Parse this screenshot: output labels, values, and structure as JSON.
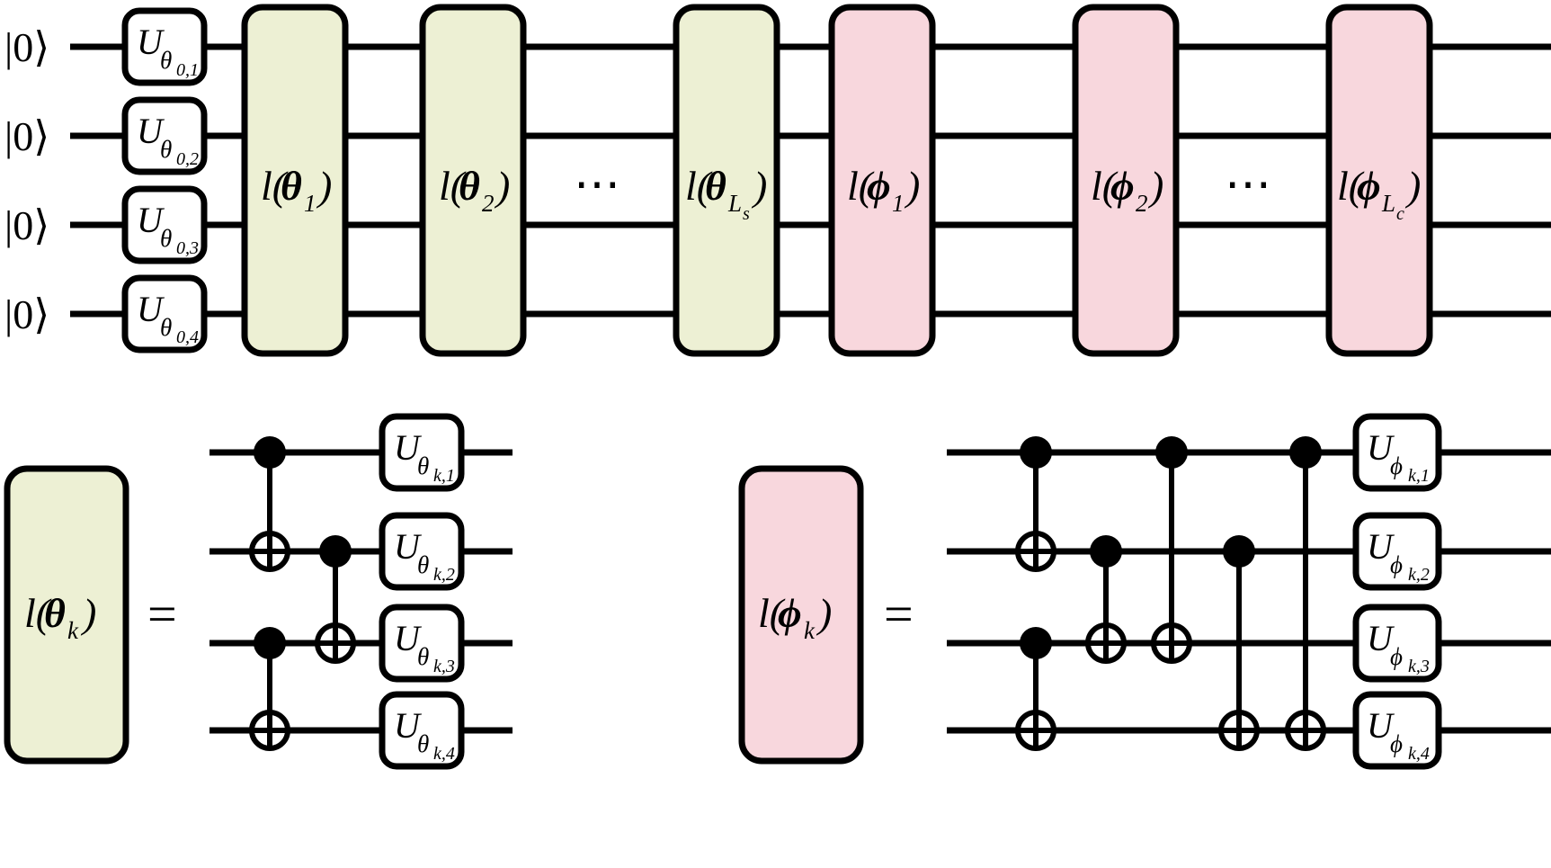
{
  "figure": {
    "title": "Variational quantum circuit ansatz diagram",
    "colors": {
      "green_block": "#edf0d4",
      "pink_block": "#f8d7dd",
      "wire": "#000000",
      "background": "#ffffff"
    }
  },
  "top_circuit": {
    "qubit_count": 4,
    "input_labels": [
      "|0⟩",
      "|0⟩",
      "|0⟩",
      "|0⟩"
    ],
    "init_gates": [
      {
        "main": "U",
        "sub": "θ",
        "sub2": "0,1"
      },
      {
        "main": "U",
        "sub": "θ",
        "sub2": "0,2"
      },
      {
        "main": "U",
        "sub": "θ",
        "sub2": "0,3"
      },
      {
        "main": "U",
        "sub": "θ",
        "sub2": "0,4"
      }
    ],
    "blocks": [
      {
        "kind": "green",
        "pre": "l(",
        "sym": "θ",
        "sub": "1",
        "post": ")"
      },
      {
        "kind": "green",
        "pre": "l(",
        "sym": "θ",
        "sub": "2",
        "post": ")"
      },
      {
        "kind": "ellipsis",
        "label": "⋯"
      },
      {
        "kind": "green",
        "pre": "l(",
        "sym": "θ",
        "sub": "L",
        "sub_sub": "s",
        "post": ")"
      },
      {
        "kind": "pink",
        "pre": "l(",
        "sym": "ϕ",
        "sub": "1",
        "post": ")"
      },
      {
        "kind": "pink",
        "pre": "l(",
        "sym": "ϕ",
        "sub": "2",
        "post": ")"
      },
      {
        "kind": "ellipsis",
        "label": "⋯"
      },
      {
        "kind": "pink",
        "pre": "l(",
        "sym": "ϕ",
        "sub": "L",
        "sub_sub": "c",
        "post": ")"
      }
    ]
  },
  "legend_left": {
    "block": {
      "kind": "green",
      "pre": "l(",
      "sym": "θ",
      "sub": "k",
      "post": ")"
    },
    "equals": "=",
    "qubit_count": 4,
    "cnots": [
      {
        "control": 1,
        "target": 2,
        "column": 1
      },
      {
        "control": 3,
        "target": 4,
        "column": 1
      },
      {
        "control": 2,
        "target": 3,
        "column": 2
      }
    ],
    "gates": [
      {
        "main": "U",
        "sub": "θ",
        "sub2": "k,1"
      },
      {
        "main": "U",
        "sub": "θ",
        "sub2": "k,2"
      },
      {
        "main": "U",
        "sub": "θ",
        "sub2": "k,3"
      },
      {
        "main": "U",
        "sub": "θ",
        "sub2": "k,4"
      }
    ]
  },
  "legend_right": {
    "block": {
      "kind": "pink",
      "pre": "l(",
      "sym": "ϕ",
      "sub": "k",
      "post": ")"
    },
    "equals": "=",
    "qubit_count": 4,
    "cnots": [
      {
        "control": 1,
        "target": 2,
        "column": 1
      },
      {
        "control": 3,
        "target": 4,
        "column": 1
      },
      {
        "control": 2,
        "target": 3,
        "column": 2
      },
      {
        "control": 1,
        "target": 3,
        "column": 3
      },
      {
        "control": 2,
        "target": 4,
        "column": 4
      },
      {
        "control": 1,
        "target": 4,
        "column": 5
      }
    ],
    "gates": [
      {
        "main": "U",
        "sub": "ϕ",
        "sub2": "k,1"
      },
      {
        "main": "U",
        "sub": "ϕ",
        "sub2": "k,2"
      },
      {
        "main": "U",
        "sub": "ϕ",
        "sub2": "k,3"
      },
      {
        "main": "U",
        "sub": "ϕ",
        "sub2": "k,4"
      }
    ]
  }
}
